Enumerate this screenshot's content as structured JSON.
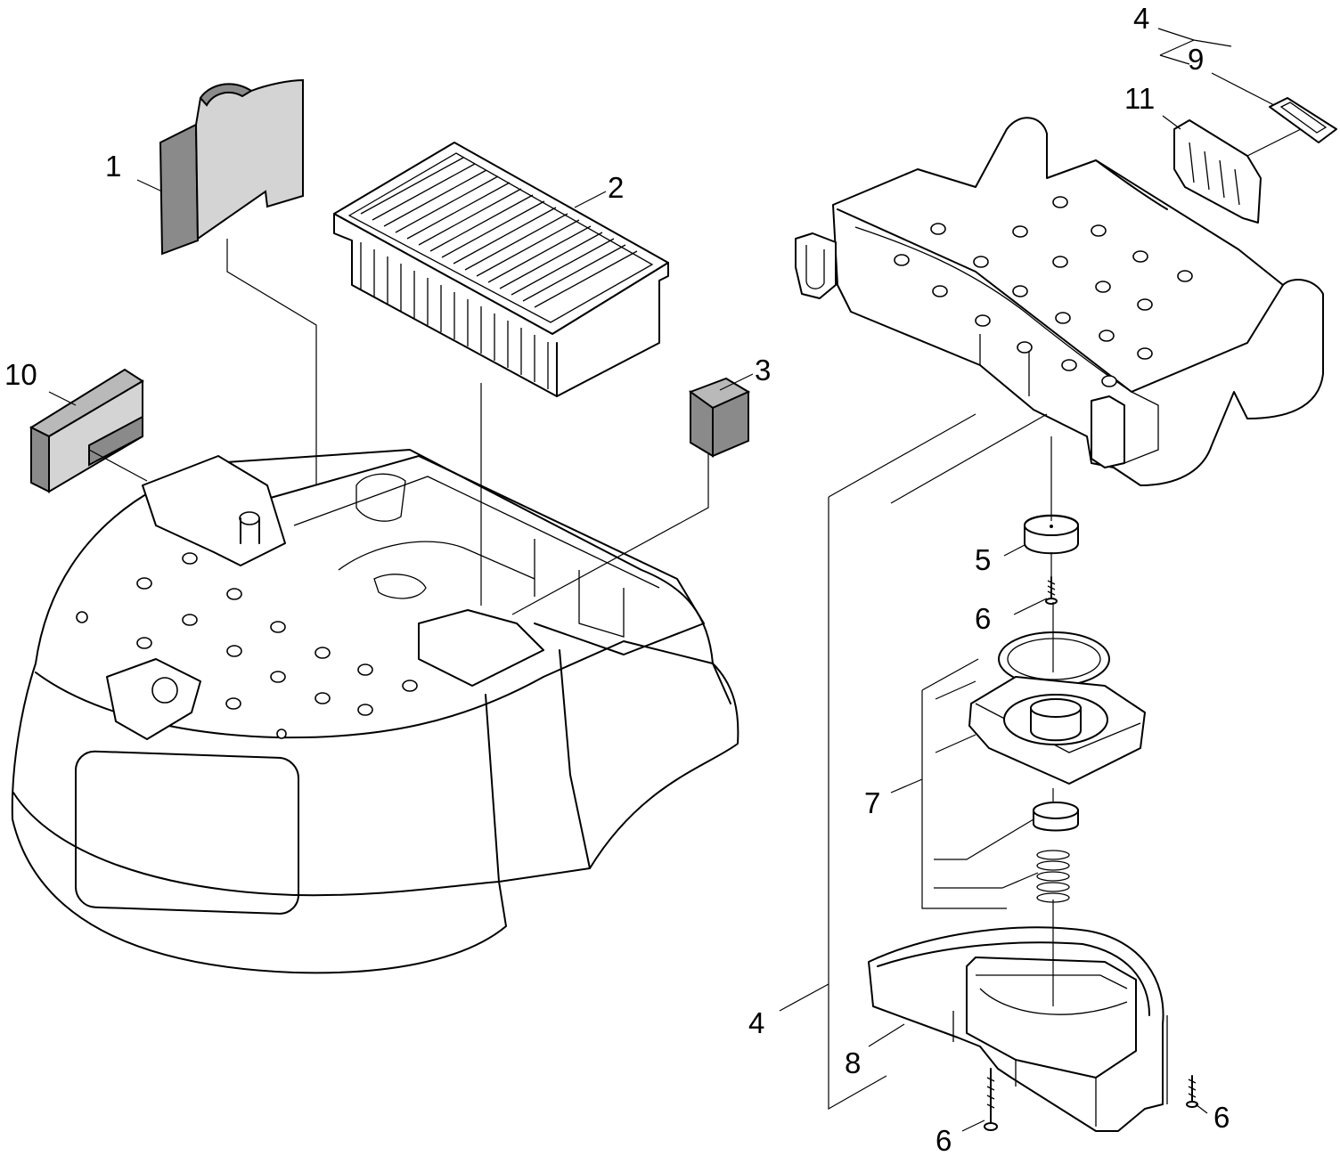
{
  "callouts": [
    {
      "id": "1",
      "text": "1"
    },
    {
      "id": "2",
      "text": "2"
    },
    {
      "id": "3",
      "text": "3"
    },
    {
      "id": "4a",
      "text": "4"
    },
    {
      "id": "4b",
      "text": "4"
    },
    {
      "id": "5",
      "text": "5"
    },
    {
      "id": "6a",
      "text": "6"
    },
    {
      "id": "6b",
      "text": "6"
    },
    {
      "id": "6c",
      "text": "6"
    },
    {
      "id": "7",
      "text": "7"
    },
    {
      "id": "8",
      "text": "8"
    },
    {
      "id": "9",
      "text": "9"
    },
    {
      "id": "10",
      "text": "10"
    },
    {
      "id": "11",
      "text": "11"
    }
  ]
}
